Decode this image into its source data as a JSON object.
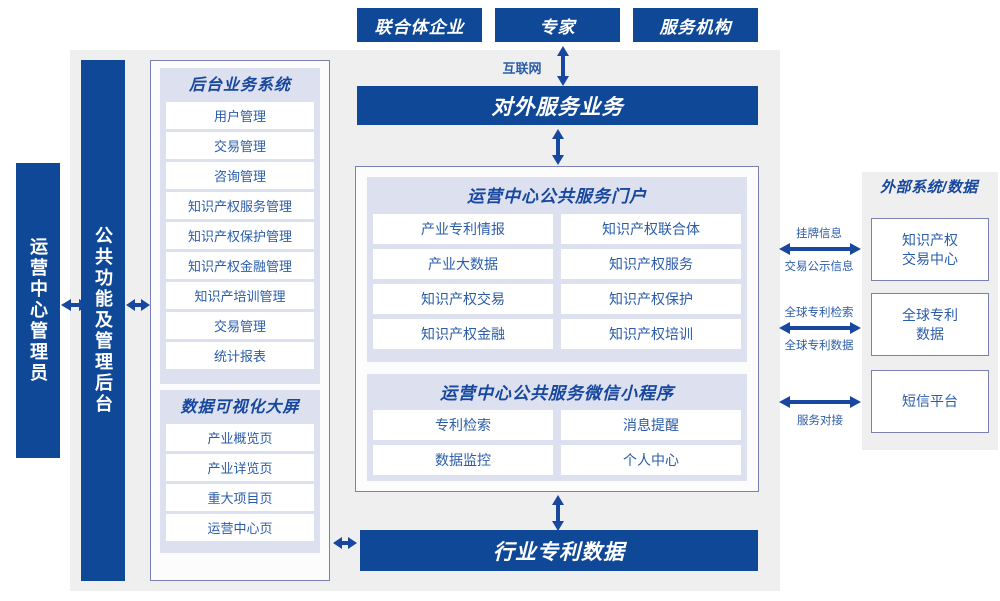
{
  "top_actors": [
    {
      "label": "联合体企业"
    },
    {
      "label": "专家"
    },
    {
      "label": "服务机构"
    }
  ],
  "internet_label": "互联网",
  "external_service_bar": "对外服务业务",
  "left_actor": "运营中心管理员",
  "admin_bar": "公共功能及管理后台",
  "backend_system": {
    "title": "后台业务系统",
    "items": [
      "用户管理",
      "交易管理",
      "咨询管理",
      "知识产权服务管理",
      "知识产权保护管理",
      "知识产权金融管理",
      "知识产培训管理",
      "交易管理",
      "统计报表"
    ]
  },
  "dataviz": {
    "title": "数据可视化大屏",
    "items": [
      "产业概览页",
      "产业详览页",
      "重大项目页",
      "运营中心页"
    ]
  },
  "portal": {
    "title": "运营中心公共服务门户",
    "items": [
      "产业专利情报",
      "知识产权联合体",
      "产业大数据",
      "知识产权服务",
      "知识产权交易",
      "知识产权保护",
      "知识产权金融",
      "知识产权培训"
    ]
  },
  "miniprogram": {
    "title": "运营中心公共服务微信小程序",
    "items": [
      "专利检索",
      "消息提醒",
      "数据监控",
      "个人中心"
    ]
  },
  "bottom_bar": "行业专利数据",
  "external": {
    "title": "外部系统/数据",
    "boxes": [
      {
        "line1": "知识产权",
        "line2": "交易中心"
      },
      {
        "line1": "全球专利",
        "line2": "数据"
      },
      {
        "line1": "短信平台",
        "line2": ""
      }
    ],
    "connectors": [
      {
        "above": "挂牌信息",
        "below": "交易公示信息"
      },
      {
        "above": "全球专利检索",
        "below": "全球专利数据"
      },
      {
        "above": "",
        "below": "服务对接"
      }
    ]
  },
  "colors": {
    "brand_blue": "#0f4897",
    "text_blue": "#2a5caa",
    "panel_tint": "#dce0ef",
    "canvas_gray": "#efefef",
    "frame_border": "#7b80b0"
  }
}
